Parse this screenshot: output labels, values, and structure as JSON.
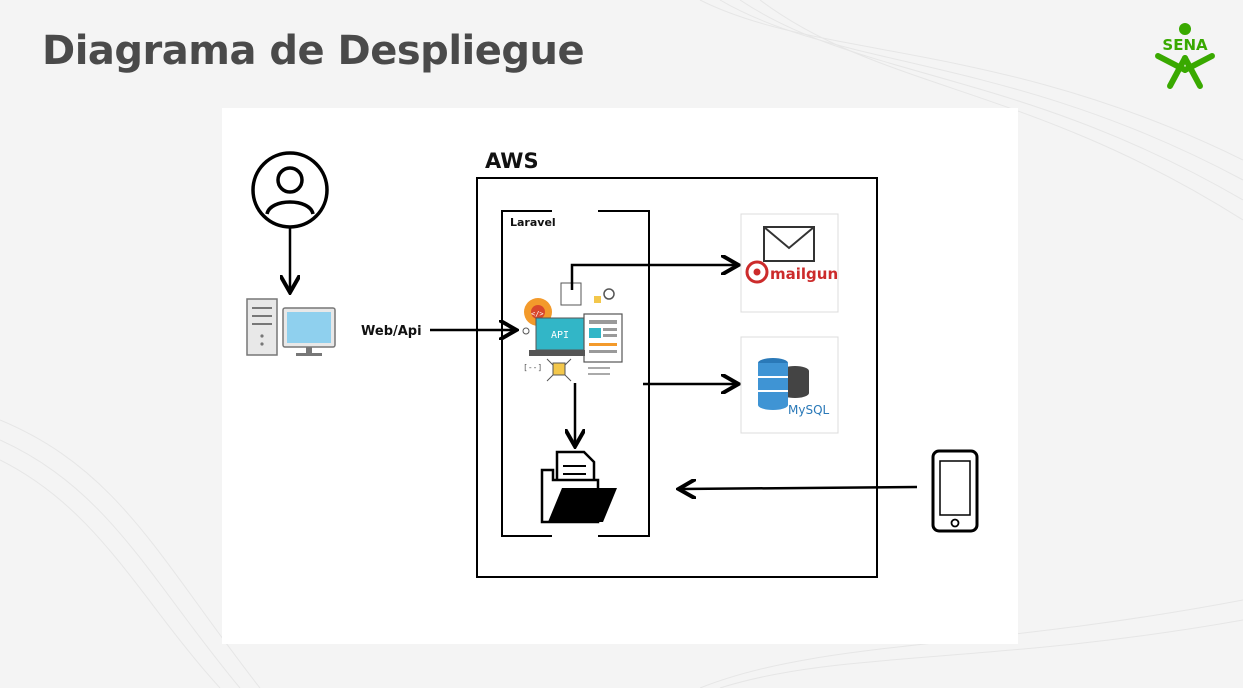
{
  "title": "Diagrama de Despliegue",
  "logo": {
    "text": "SENA",
    "color": "#39a900"
  },
  "diagram": {
    "cloud_label": "AWS",
    "framework_label": "Laravel",
    "connection_label": "Web/Api",
    "api_label": "API",
    "services": {
      "mail": {
        "label": "mailgun",
        "icons": [
          "envelope-icon",
          "at-sign-icon"
        ]
      },
      "database": {
        "label": "MySQL",
        "icons": [
          "database-icon"
        ]
      }
    },
    "nodes": [
      "user-icon",
      "desktop-computer-icon",
      "api-icon",
      "folder-documents-icon",
      "smartphone-icon"
    ]
  }
}
